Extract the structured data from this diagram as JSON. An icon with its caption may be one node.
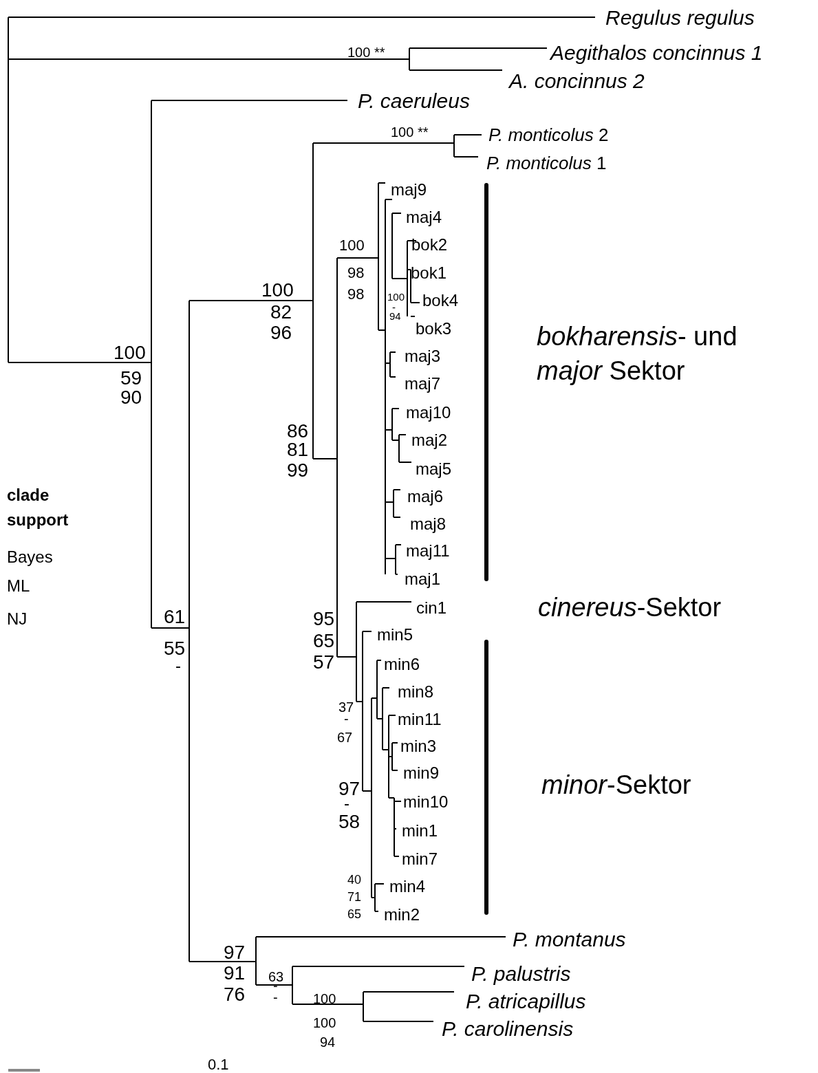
{
  "diagram": {
    "labels": [
      "Regulus regulus",
      "100 **",
      "Aegithalos concinnus 1",
      "A. concinnus 2",
      "P. caeruleus",
      "100 **",
      "*P. monticolus* 2",
      "*P. monticolus* 1",
      "maj9",
      "maj4",
      "100",
      "bok2",
      "98",
      "bok1",
      "98",
      "100",
      "bok4",
      "-",
      "94",
      "bok3",
      "100",
      "82",
      "96",
      "*bokharensis*- und",
      "100",
      "maj3",
      "*major* Sektor",
      "59",
      "maj7",
      "90",
      "maj10",
      "86",
      "maj2",
      "81",
      "maj5",
      "99",
      "clade support",
      "maj6",
      "maj8",
      "Bayes",
      "maj11",
      "maj1",
      "ML",
      "cin1",
      "*cinereus*-Sektor",
      "61",
      "NJ",
      "95",
      "min5",
      "55",
      "65",
      "-",
      "57",
      "min6",
      "min8",
      "37",
      "-",
      "min11",
      "67",
      "min3",
      "*minor*-Sektor",
      "min9",
      "97",
      "-",
      "min10",
      "58",
      "min1",
      "min7",
      "40",
      "min4",
      "71",
      "min2",
      "65",
      "P. montanus",
      "97",
      "63",
      "P. palustris",
      "91",
      "-",
      "100",
      "P. atricapillus",
      "76",
      "-",
      "100",
      "P. carolinensis",
      "94",
      "0.1"
    ]
  }
}
